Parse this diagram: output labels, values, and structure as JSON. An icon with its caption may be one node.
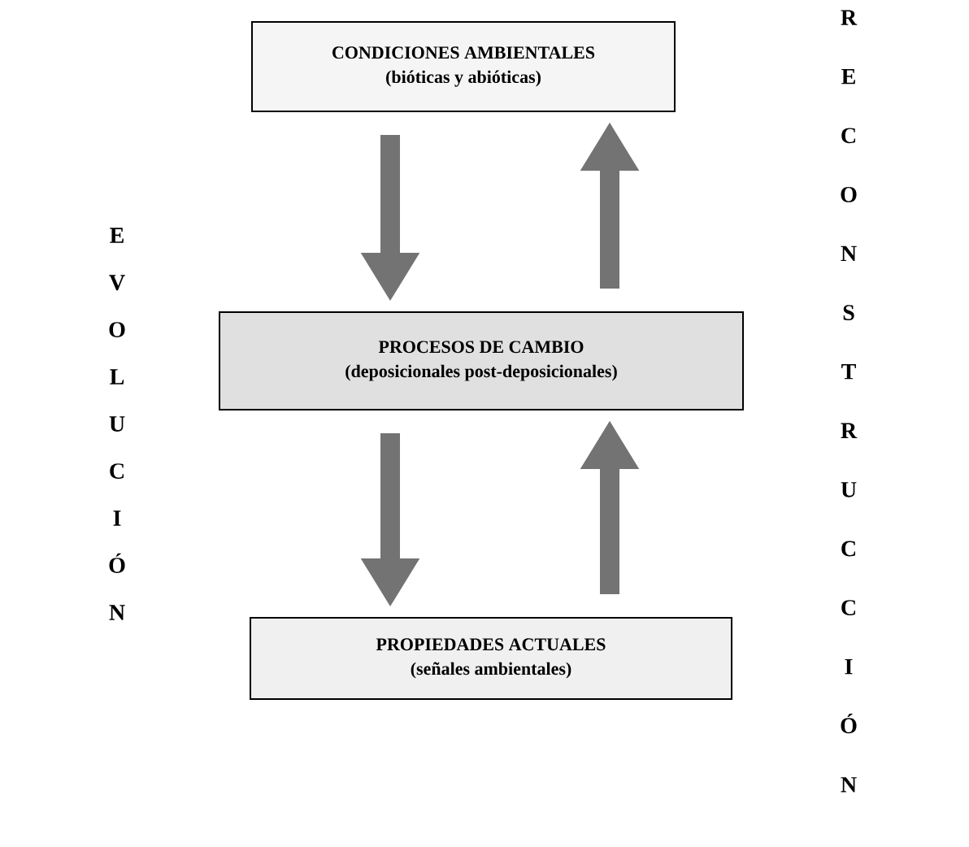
{
  "diagram": {
    "nodes": [
      {
        "text": [
          "CONDICIONES AMBIENTALES",
          "(bióticas y abióticas)"
        ]
      },
      {
        "text": [
          "PROCESOS DE CAMBIO",
          "(deposicionales  post-deposicionales)"
        ]
      },
      {
        "text": [
          "PROPIEDADES ACTUALES",
          "(señales ambientales)"
        ]
      }
    ],
    "edges": [
      {
        "from": 0,
        "to": 1,
        "arrow": "to"
      },
      {
        "from": 1,
        "to": 2,
        "arrow": "to"
      },
      {
        "from": 2,
        "to": 1,
        "arrow": "to"
      },
      {
        "from": 1,
        "to": 0,
        "arrow": "to"
      }
    ],
    "labels": [
      "EVOLUCIÓN",
      "RECONSTRUCCIÓN"
    ]
  }
}
